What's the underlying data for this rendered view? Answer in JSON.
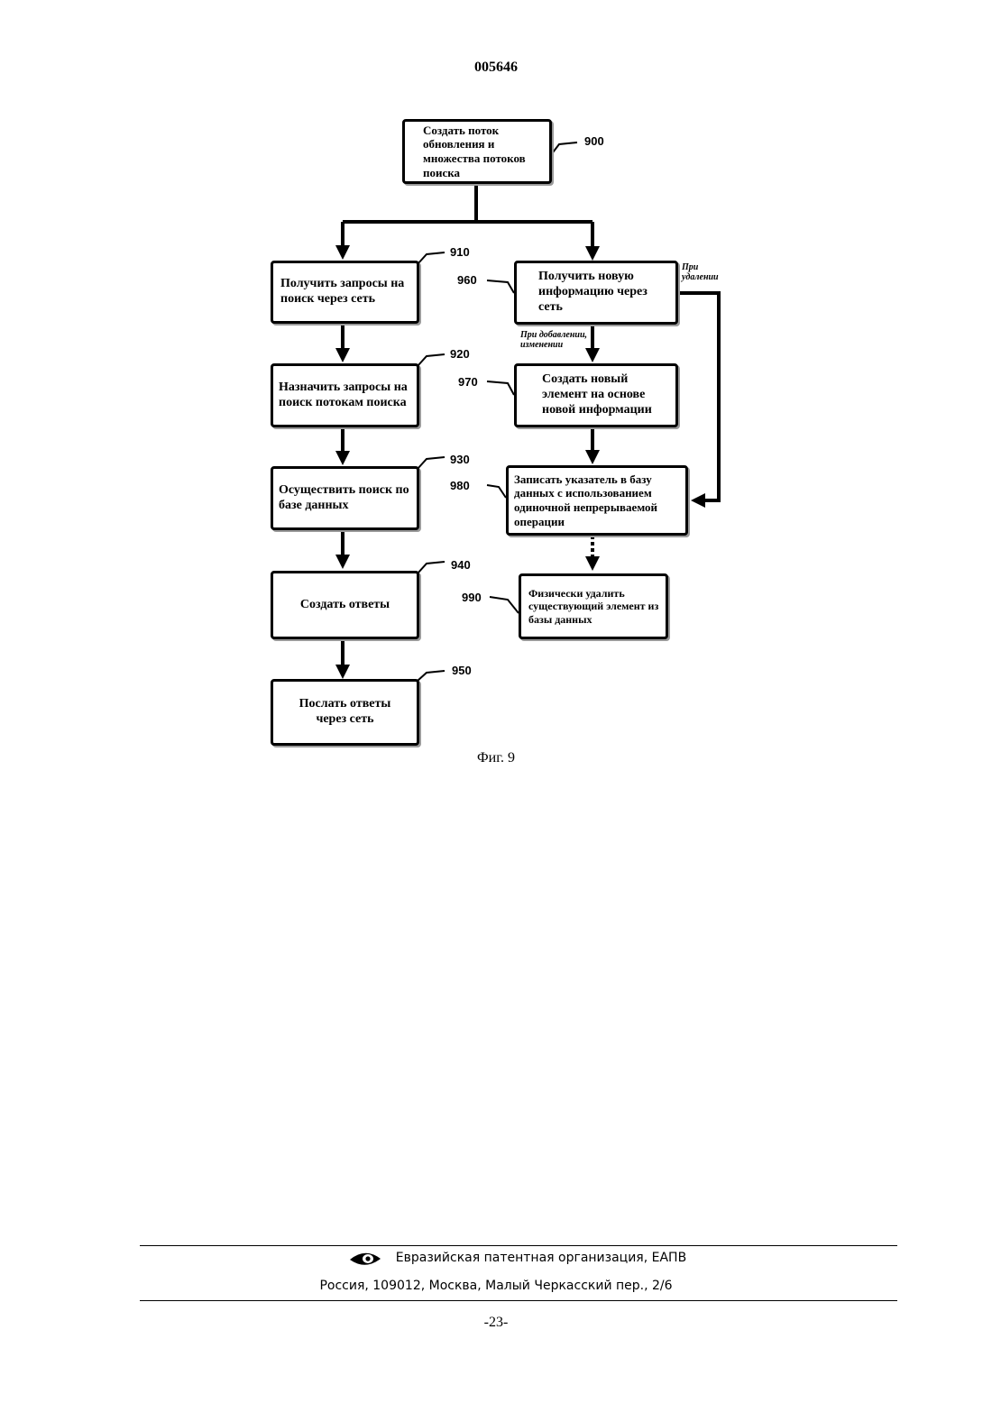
{
  "header": {
    "doc_number": "005646"
  },
  "figure": {
    "caption": "Фиг. 9",
    "steps": [
      {
        "id": "900",
        "text": "Создать поток обновления и множества потоков поиска"
      },
      {
        "id": "910",
        "text": "Получить запросы на поиск через сеть"
      },
      {
        "id": "920",
        "text": "Назначить запросы на поиск потокам поиска"
      },
      {
        "id": "930",
        "text": "Осуществить поиск по базе данных"
      },
      {
        "id": "940",
        "text": "Создать ответы"
      },
      {
        "id": "950",
        "text": "Послать ответы через сеть"
      },
      {
        "id": "960",
        "text": "Получить новую информацию через сеть"
      },
      {
        "id": "970",
        "text": "Создать новый элемент на основе новой информации"
      },
      {
        "id": "980",
        "text": "Записать указатель в базу данных с использованием одиночной непрерываемой операции"
      },
      {
        "id": "990",
        "text": "Физически удалить существующий элемент из базы данных"
      }
    ],
    "edges": [
      {
        "from": "900",
        "to": "910"
      },
      {
        "from": "900",
        "to": "960"
      },
      {
        "from": "910",
        "to": "920"
      },
      {
        "from": "920",
        "to": "930"
      },
      {
        "from": "930",
        "to": "940"
      },
      {
        "from": "940",
        "to": "950"
      },
      {
        "from": "960",
        "to": "970",
        "label": "При добавлении, изменении"
      },
      {
        "from": "960",
        "to": "980",
        "label": "При удалении"
      },
      {
        "from": "970",
        "to": "980"
      },
      {
        "from": "980",
        "to": "990",
        "style": "dashed"
      }
    ],
    "notes": {
      "on_delete": "При удалении",
      "on_add": "При добавлении, изменении"
    }
  },
  "footer": {
    "org": "Евразийская патентная организация, ЕАПВ",
    "address": "Россия, 109012, Москва, Малый Черкасский пер., 2/6",
    "page": "-23-"
  }
}
